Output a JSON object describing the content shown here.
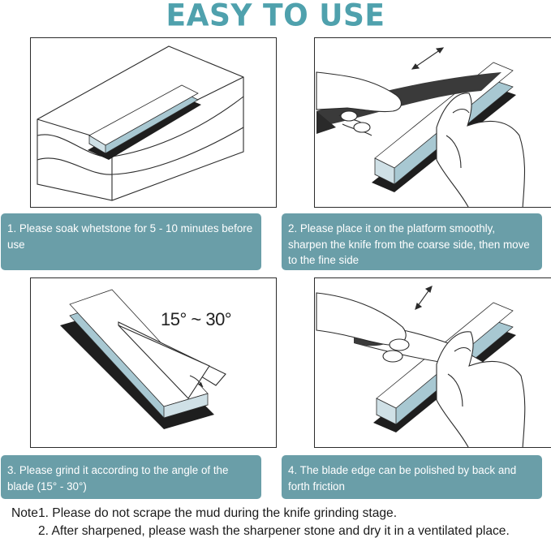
{
  "title": "EASY TO USE",
  "steps": [
    {
      "caption": "1. Please soak whetstone for 5 - 10 minutes before use"
    },
    {
      "caption": "2. Please place it on the platform smoothly, sharpen the knife from the coarse side, then move to the fine side"
    },
    {
      "caption": "3. Please grind it according to the angle of the blade (15° - 30°)"
    },
    {
      "caption": "4. The blade edge can be polished by back and forth friction"
    }
  ],
  "angle_label": "15° ~ 30°",
  "notes": {
    "prefix": "Note",
    "line1": "1. Please do not scrape the mud during the knife grinding stage.",
    "line2": "2. After sharpened, please wash the sharpener stone and dry it in a ventilated place."
  },
  "colors": {
    "title": "#4fa1ad",
    "caption_bg": "#6a9ea8",
    "stone_blue": "#a8c8d2",
    "stone_dark": "#1e1e1e"
  }
}
